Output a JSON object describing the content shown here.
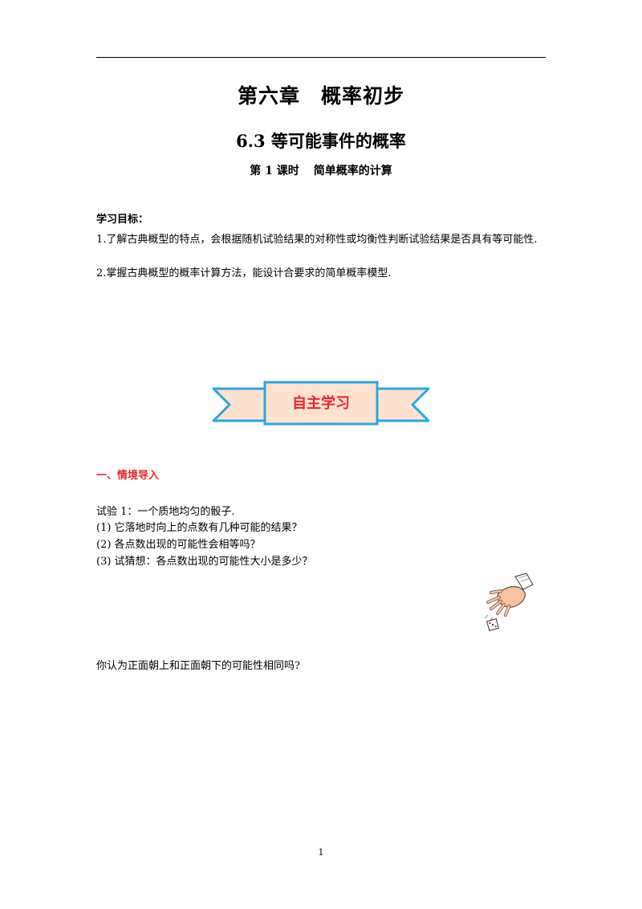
{
  "chapter_title_left": "第六章",
  "chapter_title_right": "概率初步",
  "section_title": "6.3 等可能事件的概率",
  "lesson_title_left": "第 1 课时",
  "lesson_title_right": "简单概率的计算",
  "goals_heading": "学习目标：",
  "goals": [
    "1.了解古典概型的特点，会根据随机试验结果的对称性或均衡性判断试验结果是否具有等可能性.",
    "2.掌握古典概型的概率计算方法，能设计合要求的简单概率模型."
  ],
  "banner_label": "自主学习",
  "section_one_heading": "一、情境导入",
  "experiment_intro": "试验 1：一个质地均匀的骰子.",
  "questions": [
    "(1)  它落地时向上的点数有几种可能的结果？",
    "(2)  各点数出现的可能性会相等吗？",
    "(3)  试猜想：各点数出现的可能性大小是多少？"
  ],
  "final_question": "你认为正面朝上和正面朝下的可能性相同吗?",
  "page_number": "1",
  "colors": {
    "accent_red": "#e8262e",
    "banner_fill": "#fde2cf",
    "banner_outline": "#2aa7df"
  },
  "icons": {
    "banner": "ribbon-banner",
    "illustration": "hand-throwing-dice-icon"
  }
}
